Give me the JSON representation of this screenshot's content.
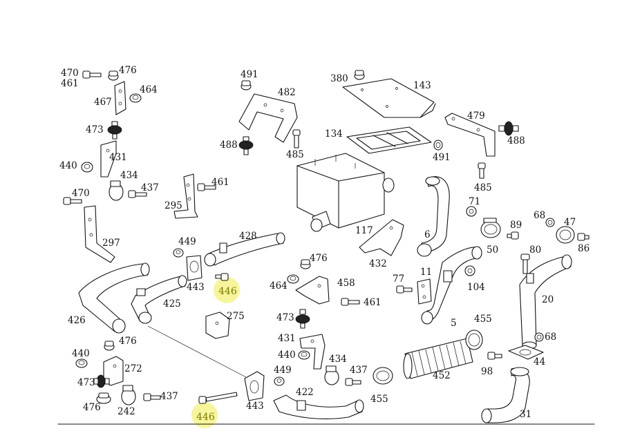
{
  "labels": {
    "l470a": "470",
    "l461a": "461",
    "l476a": "476",
    "l464a": "464",
    "l467": "467",
    "l473a": "473",
    "l431a": "431",
    "l440a": "440",
    "l434a": "434",
    "l437a": "437",
    "l470b": "470",
    "l297": "297",
    "l491a": "491",
    "l482": "482",
    "l488a": "488",
    "l485a": "485",
    "l461b": "461",
    "l295": "295",
    "l380": "380",
    "l143": "143",
    "l134": "134",
    "l479": "479",
    "l488b": "488",
    "l491b": "491",
    "l485b": "485",
    "l117": "117",
    "l432": "432",
    "l6": "6",
    "l71": "71",
    "l50": "50",
    "l89": "89",
    "l68a": "68",
    "l47": "47",
    "l86": "86",
    "l80": "80",
    "l20": "20",
    "l449a": "449",
    "l428": "428",
    "l443a": "443",
    "l446a": "446",
    "l426": "426",
    "l425": "425",
    "l275": "275",
    "l476b": "476",
    "l464b": "464",
    "l458": "458",
    "l461c": "461",
    "l77": "77",
    "l11": "11",
    "l104": "104",
    "l5": "5",
    "l473b": "473",
    "l455a": "455",
    "l68b": "68",
    "l431b": "431",
    "l440b": "440",
    "l434b": "434",
    "l437b": "437",
    "l449b": "449",
    "l443b": "443",
    "l422": "422",
    "l455b": "455",
    "l452": "452",
    "l98": "98",
    "l44": "44",
    "l440c": "440",
    "l476c": "476",
    "l272": "272",
    "l473c": "473",
    "l476d": "476",
    "l242": "242",
    "l437c": "437",
    "l446b": "446",
    "l31": "31"
  },
  "highlight_color": "#f5f38a"
}
